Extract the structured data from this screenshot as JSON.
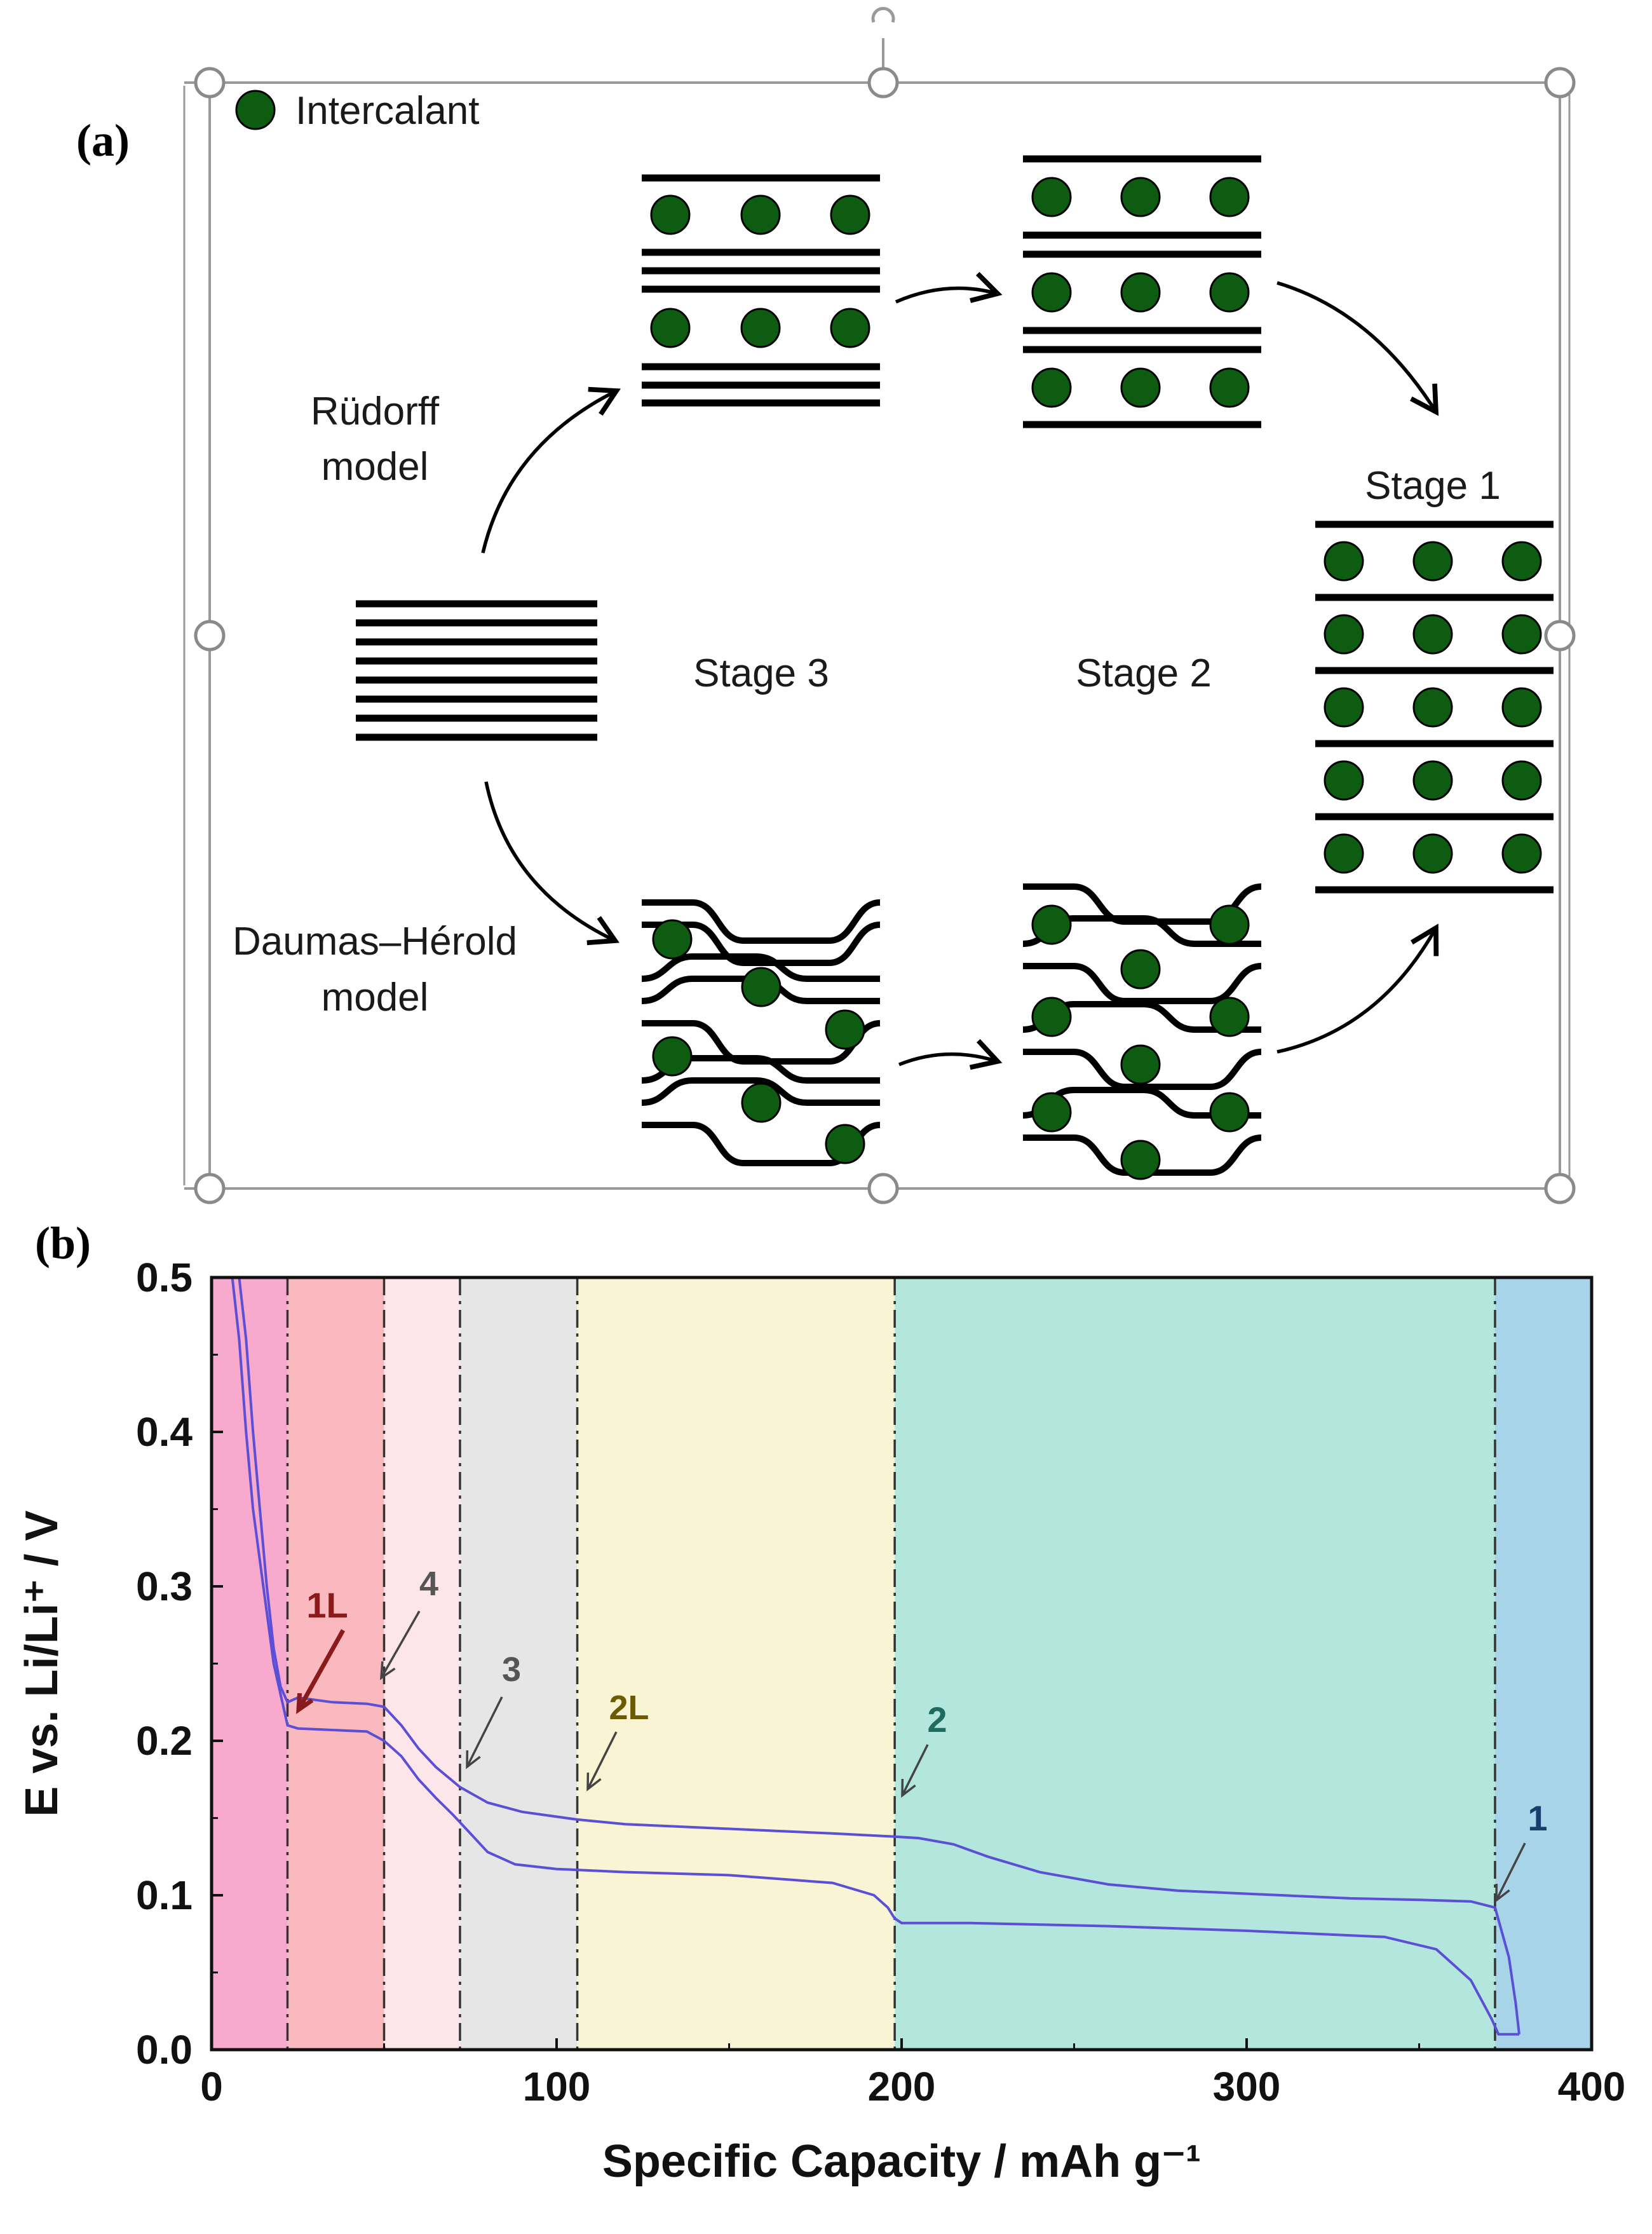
{
  "panel_a": {
    "label": "(a)",
    "legend_label": "Intercalant",
    "model_top": [
      "Rüdorff",
      "model"
    ],
    "model_bottom": [
      "Daumas–Hérold",
      "model"
    ],
    "stage3_label": "Stage 3",
    "stage2_label": "Stage 2",
    "stage1_label": "Stage 1",
    "colors": {
      "intercalant": "#0d5c12",
      "layer": "#000000",
      "frame": "#9a9a9a"
    }
  },
  "panel_b": {
    "label": "(b)",
    "annotations": [
      {
        "text": "1L",
        "color": "#8b1a1a"
      },
      {
        "text": "4",
        "color": "#555555"
      },
      {
        "text": "3",
        "color": "#555555"
      },
      {
        "text": "2L",
        "color": "#6b5a00"
      },
      {
        "text": "2",
        "color": "#1f6b60"
      },
      {
        "text": "1",
        "color": "#1a3d6b"
      }
    ]
  },
  "chart_data": {
    "type": "line",
    "xlabel": "Specific Capacity / mAh g⁻¹",
    "ylabel": "E vs. Li/Li⁺ / V",
    "xlim": [
      0,
      400
    ],
    "ylim": [
      0,
      0.5
    ],
    "x_ticks": [
      "0",
      "100",
      "200",
      "300",
      "400"
    ],
    "y_ticks": [
      "0.0",
      "0.1",
      "0.2",
      "0.3",
      "0.4",
      "0.5"
    ],
    "region_boundaries": [
      0,
      22,
      50,
      72,
      106,
      198,
      372,
      400
    ],
    "region_colors": [
      "#f7aacd",
      "#f9b9be",
      "#fde6ea",
      "#e6e6e6",
      "#f8f4d4",
      "#b3e6dc",
      "#a8d4ea"
    ],
    "series": [
      {
        "values": [
          [
            8,
            0.5
          ],
          [
            10,
            0.46
          ],
          [
            12,
            0.4
          ],
          [
            14,
            0.35
          ],
          [
            16,
            0.3
          ],
          [
            18,
            0.26
          ],
          [
            20,
            0.235
          ],
          [
            22,
            0.225
          ],
          [
            25,
            0.228
          ],
          [
            35,
            0.225
          ],
          [
            45,
            0.224
          ],
          [
            50,
            0.222
          ],
          [
            55,
            0.21
          ],
          [
            60,
            0.195
          ],
          [
            65,
            0.183
          ],
          [
            72,
            0.17
          ],
          [
            80,
            0.16
          ],
          [
            90,
            0.154
          ],
          [
            106,
            0.149
          ],
          [
            120,
            0.146
          ],
          [
            150,
            0.143
          ],
          [
            180,
            0.14
          ],
          [
            198,
            0.138
          ],
          [
            205,
            0.137
          ],
          [
            215,
            0.133
          ],
          [
            225,
            0.125
          ],
          [
            240,
            0.115
          ],
          [
            260,
            0.107
          ],
          [
            280,
            0.103
          ],
          [
            300,
            0.101
          ],
          [
            330,
            0.098
          ],
          [
            350,
            0.097
          ],
          [
            365,
            0.096
          ],
          [
            372,
            0.092
          ],
          [
            376,
            0.06
          ],
          [
            378,
            0.03
          ],
          [
            379,
            0.01
          ]
        ]
      },
      {
        "values": [
          [
            6,
            0.5
          ],
          [
            8,
            0.46
          ],
          [
            10,
            0.4
          ],
          [
            12,
            0.35
          ],
          [
            15,
            0.3
          ],
          [
            18,
            0.25
          ],
          [
            22,
            0.21
          ],
          [
            25,
            0.208
          ],
          [
            35,
            0.207
          ],
          [
            45,
            0.206
          ],
          [
            50,
            0.2
          ],
          [
            55,
            0.19
          ],
          [
            60,
            0.175
          ],
          [
            65,
            0.163
          ],
          [
            70,
            0.152
          ],
          [
            75,
            0.14
          ],
          [
            80,
            0.128
          ],
          [
            88,
            0.12
          ],
          [
            100,
            0.117
          ],
          [
            120,
            0.115
          ],
          [
            150,
            0.113
          ],
          [
            180,
            0.108
          ],
          [
            192,
            0.1
          ],
          [
            196,
            0.092
          ],
          [
            198,
            0.085
          ],
          [
            200,
            0.082
          ],
          [
            220,
            0.082
          ],
          [
            260,
            0.08
          ],
          [
            300,
            0.077
          ],
          [
            340,
            0.073
          ],
          [
            355,
            0.065
          ],
          [
            365,
            0.045
          ],
          [
            371,
            0.02
          ],
          [
            373,
            0.01
          ],
          [
            379,
            0.01
          ]
        ]
      }
    ]
  }
}
